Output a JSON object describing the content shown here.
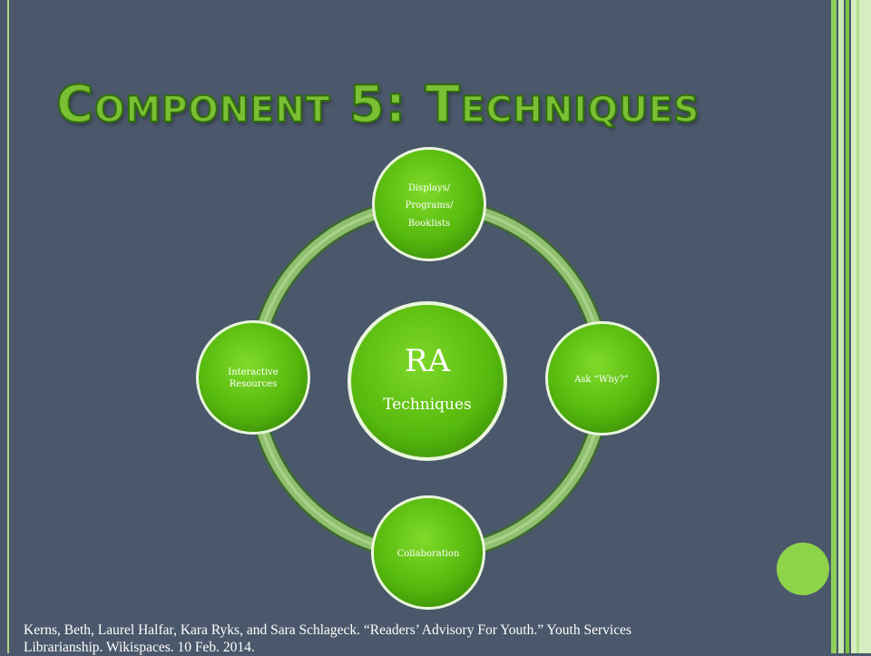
{
  "slide": {
    "title": "Component 5: Techniques",
    "citation_line1": "Kerns, Beth, Laurel Halfar, Kara Ryks, and Sara Schlageck. “Readers’ Advisory For Youth.” Youth Services",
    "citation_line2": "Librarianship. Wikispaces. 10 Feb. 2014."
  },
  "diagram": {
    "center": {
      "line1": "RA",
      "line2": "Techniques"
    },
    "top": {
      "line1": "Displays/",
      "line2": "Programs/",
      "line3": "Booklists"
    },
    "right": {
      "line1": "Ask “Why?”"
    },
    "bottom": {
      "line1": "Collaboration"
    },
    "left": {
      "line1": "Interactive",
      "line2": "Resources"
    }
  },
  "colors": {
    "background": "#4b586b",
    "node_green": "#5fbf12",
    "ring_green": "#8fc06f",
    "accent_light_green": "#9ed86a"
  }
}
